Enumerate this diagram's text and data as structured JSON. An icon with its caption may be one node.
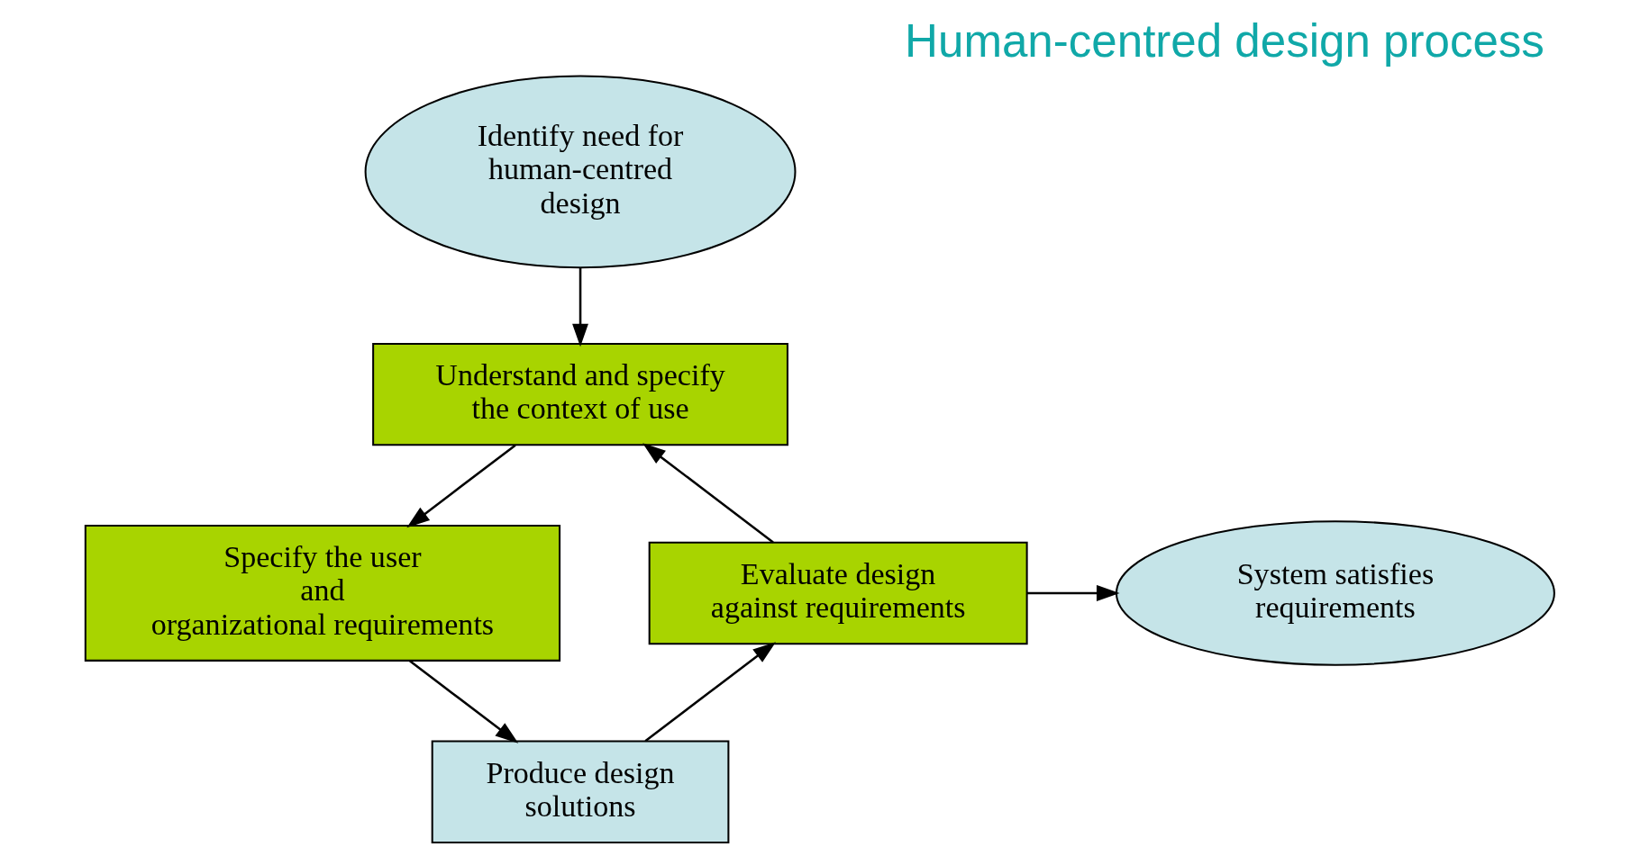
{
  "diagram": {
    "title": "Human-centred design process",
    "nodes": [
      {
        "text": [
          "Identify need for human-centred design"
        ]
      },
      {
        "text": [
          "Understand and specify the context of use"
        ]
      },
      {
        "text": [
          "Specify the user and organizational requirements"
        ]
      },
      {
        "text": [
          "Produce design solutions"
        ]
      },
      {
        "text": [
          "Evaluate design against requirements"
        ]
      },
      {
        "text": [
          "System satisfies requirements"
        ]
      }
    ],
    "edges": [
      {
        "from": 0,
        "to": 1,
        "arrow": "to"
      },
      {
        "from": 1,
        "to": 2,
        "arrow": "to"
      },
      {
        "from": 2,
        "to": 3,
        "arrow": "to"
      },
      {
        "from": 3,
        "to": 4,
        "arrow": "to"
      },
      {
        "from": 4,
        "to": 1,
        "arrow": "to"
      },
      {
        "from": 4,
        "to": 5,
        "arrow": "to"
      }
    ]
  }
}
